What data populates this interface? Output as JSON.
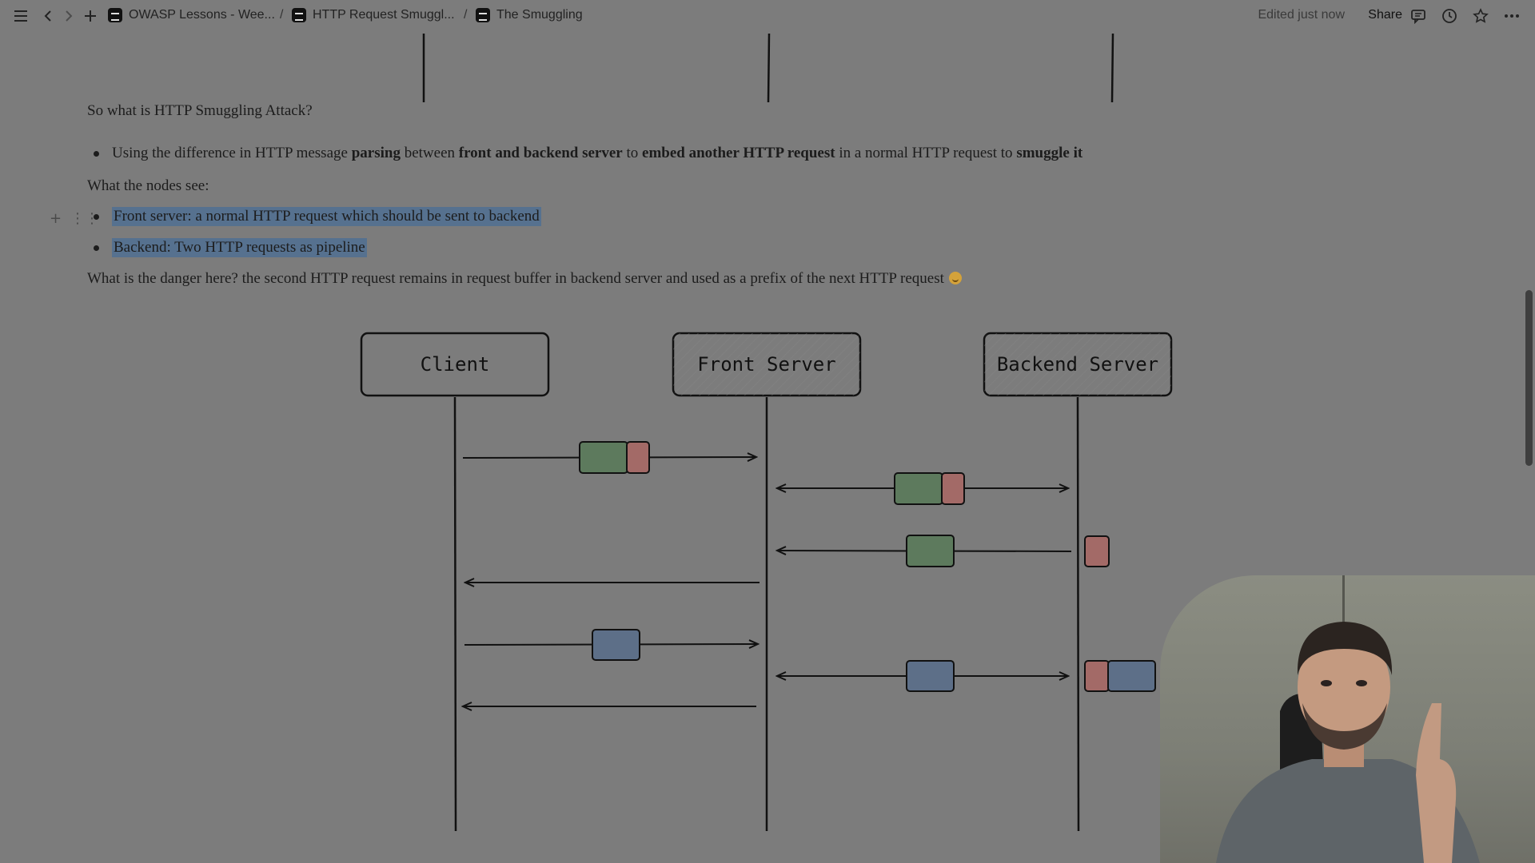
{
  "topbar": {
    "breadcrumbs": [
      {
        "label": "OWASP Lessons - Wee..."
      },
      {
        "label": "HTTP Request Smuggl..."
      },
      {
        "label": "The Smuggling"
      }
    ],
    "separator": "/",
    "status": "Edited just now",
    "share_label": "Share"
  },
  "doc": {
    "heading_question": "So what is HTTP Smuggling Attack?",
    "definition": {
      "t1": "Using the difference in HTTP message ",
      "b1": "parsing",
      "t2": " between ",
      "b2": "front and backend server",
      "t3": " to ",
      "b3": "embed another HTTP request",
      "t4": " in a normal HTTP request to ",
      "b4": "smuggle it"
    },
    "nodes_heading": "What the nodes see:",
    "front_view": "Front server: a normal HTTP request which should be sent to backend",
    "backend_view": "Backend: Two HTTP requests as pipeline",
    "danger": "What is the danger here? the second HTTP request remains in request buffer in backend server and used as a prefix of the next HTTP request"
  },
  "diagram": {
    "nodes": [
      {
        "label": "Client"
      },
      {
        "label": "Front Server"
      },
      {
        "label": "Backend Server"
      }
    ]
  },
  "colors": {
    "page_bg": "#7c7c7c",
    "selection": "#56718f",
    "block_green": "#5d7a5d",
    "block_red": "#a36a67",
    "block_blue": "#5d6f88"
  },
  "icons": [
    "sidebar-toggle-icon",
    "back-arrow-icon",
    "forward-arrow-icon",
    "plus-icon",
    "page-icon",
    "comment-icon",
    "history-clock-icon",
    "star-icon",
    "more-dots-icon",
    "add-block-icon",
    "drag-handle-icon",
    "smiley-emoji-icon"
  ]
}
